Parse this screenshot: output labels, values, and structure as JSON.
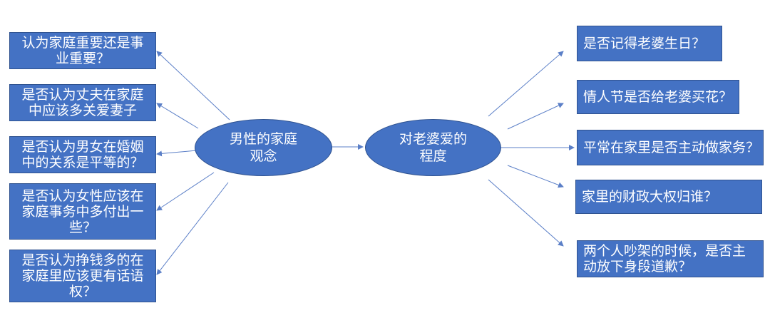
{
  "center_left": {
    "line1": "男性的家庭",
    "line2": "观念"
  },
  "center_right": {
    "line1": "对老婆爱的",
    "line2": "程度"
  },
  "left_items": [
    "认为家庭重要还是事业重要？",
    "是否认为丈夫在家庭中应该多关爱妻子",
    "是否认为男女在婚姻中的关系是平等的？",
    "是否认为女性应该在家庭事务中多付出一些？",
    "是否认为挣钱多的在家庭里应该更有话语权？"
  ],
  "right_items": [
    "是否记得老婆生日？",
    "情人节是否给老婆买花？",
    "平常在家里是否主动做家务？",
    "家里的财政大权归谁？",
    "两个人吵架的时候，是否主动放下身段道歉？"
  ],
  "colors": {
    "node_fill": "#4472c4",
    "node_border": "#2f528f",
    "arrow": "#5b7fc7"
  }
}
